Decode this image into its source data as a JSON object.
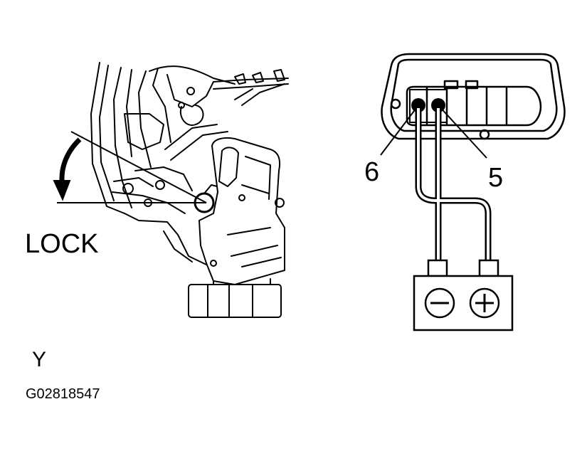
{
  "labels": {
    "lock": "LOCK",
    "pin_6": "6",
    "pin_5": "5",
    "view": "Y",
    "figure_code": "G02818547"
  },
  "battery": {
    "negative_symbol": "−",
    "positive_symbol": "+"
  },
  "icons": [
    "door-lock-actuator-icon",
    "rotation-arrow-icon",
    "connector-icon",
    "battery-icon"
  ],
  "colors": {
    "line": "#000000",
    "background": "#ffffff"
  }
}
